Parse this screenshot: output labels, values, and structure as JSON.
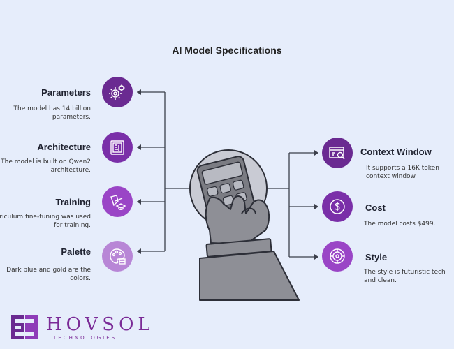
{
  "title": "AI Model Specifications",
  "left_items": [
    {
      "title": "Parameters",
      "desc": "The model has 14 billion parameters.",
      "icon": "gears-icon"
    },
    {
      "title": "Architecture",
      "desc": "The model is built on Qwen2 architecture.",
      "icon": "blueprint-icon"
    },
    {
      "title": "Training",
      "desc": "Curriculum fine-tuning was used for training.",
      "icon": "graduation-icon"
    },
    {
      "title": "Palette",
      "desc": "Dark blue and gold are the colors.",
      "icon": "palette-icon"
    }
  ],
  "right_items": [
    {
      "title": "Context Window",
      "desc": "It supports a 16K token context window.",
      "icon": "window-search-icon"
    },
    {
      "title": "Cost",
      "desc": "The model costs $499.",
      "icon": "dollar-icon"
    },
    {
      "title": "Style",
      "desc": "The style is futuristic tech and clean.",
      "icon": "target-icon"
    }
  ],
  "logo": {
    "name": "HOVSOL",
    "sub": "TECHNOLOGIES"
  },
  "colors": {
    "background": "#e6edfb",
    "purple_dark": "#6a2a91",
    "purple_mid": "#8e3cb8",
    "purple_light": "#b886d6",
    "connector": "#3b3f4a",
    "hand_gray": "#8e8f96"
  }
}
